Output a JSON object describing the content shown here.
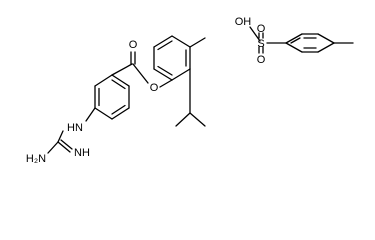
{
  "molecule": {
    "cation_labels": {
      "ester_carbonyl_o": "O",
      "ester_link_o": "O",
      "amine_nh": "HN",
      "imine_nh": "NH",
      "amine_nh2": "H₂N"
    },
    "anion_labels": {
      "sulfonic_oh": "OH",
      "sulfur": "S",
      "oxo_o_top": "O",
      "oxo_o_bottom": "O"
    },
    "colors": {
      "bond": "#000000",
      "label": "#000000",
      "background": "#ffffff"
    }
  }
}
